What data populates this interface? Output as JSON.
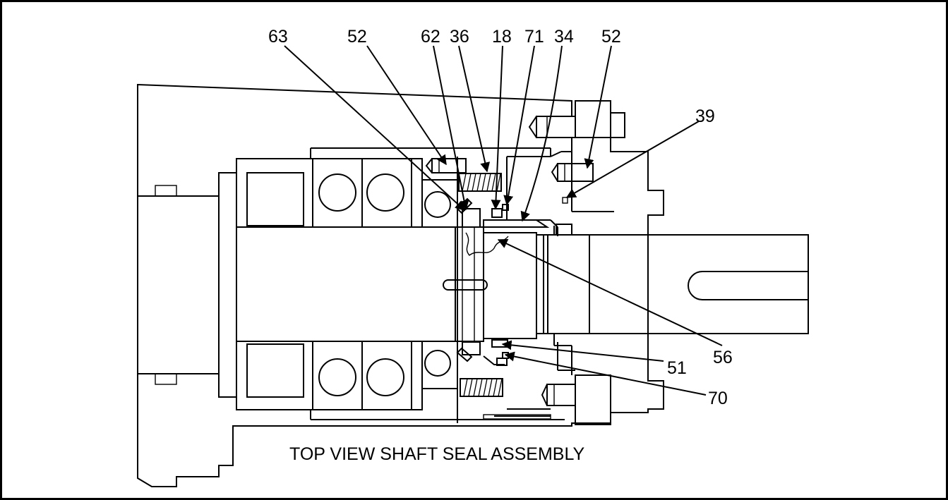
{
  "diagram": {
    "caption": "TOP VIEW SHAFT SEAL ASSEMBLY",
    "callouts": [
      {
        "id": "c63",
        "text": "63"
      },
      {
        "id": "c52a",
        "text": "52"
      },
      {
        "id": "c62",
        "text": "62"
      },
      {
        "id": "c36",
        "text": "36"
      },
      {
        "id": "c18",
        "text": "18"
      },
      {
        "id": "c71",
        "text": "71"
      },
      {
        "id": "c34",
        "text": "34"
      },
      {
        "id": "c52b",
        "text": "52"
      },
      {
        "id": "c39",
        "text": "39"
      },
      {
        "id": "c56",
        "text": "56"
      },
      {
        "id": "c51",
        "text": "51"
      },
      {
        "id": "c70",
        "text": "70"
      }
    ]
  }
}
